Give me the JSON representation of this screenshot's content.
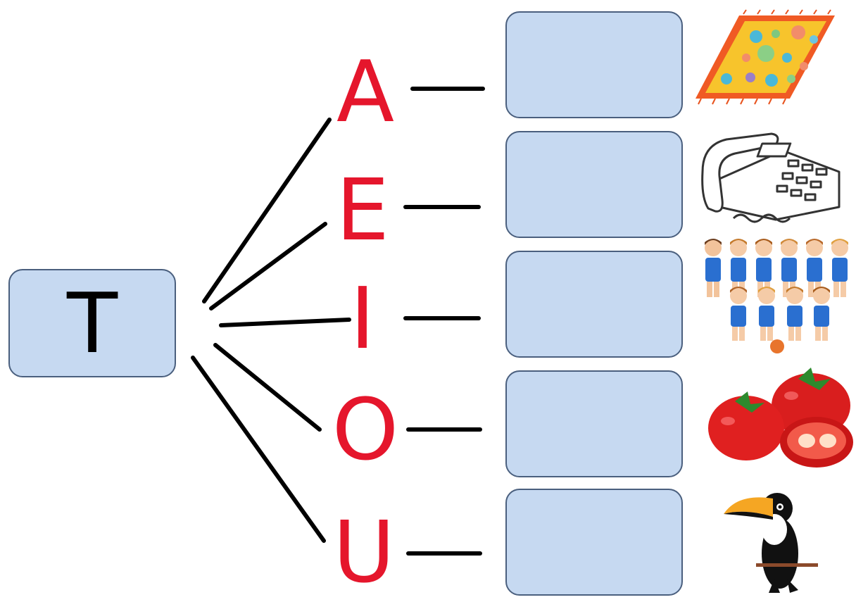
{
  "start_letter": "T",
  "vowels": [
    "A",
    "E",
    "I",
    "O",
    "U"
  ],
  "pictures": [
    "rug-icon",
    "telephone-icon",
    "team-icon",
    "tomato-icon",
    "toucan-icon"
  ],
  "colors": {
    "vowel": "#e5162c",
    "box_fill": "#c6d9f1",
    "box_border": "#4a5f7e",
    "line": "#000000"
  }
}
